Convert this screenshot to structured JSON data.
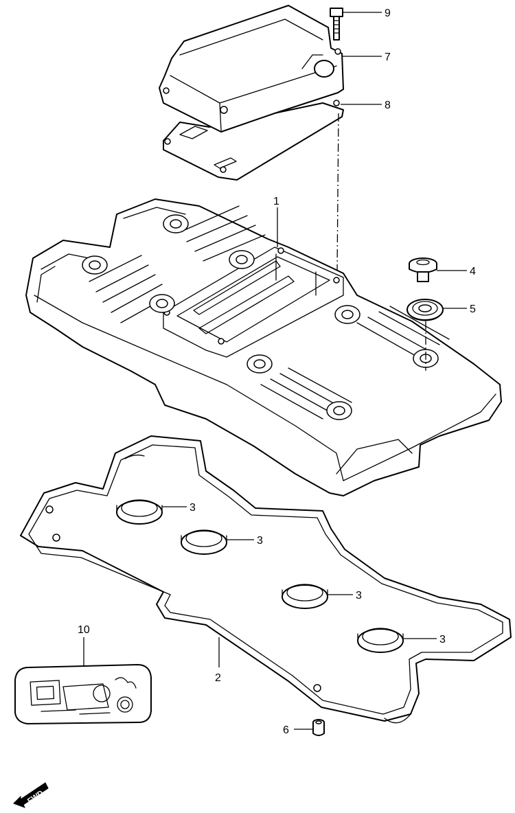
{
  "callouts": {
    "c1": "1",
    "c2": "2",
    "c3a": "3",
    "c3b": "3",
    "c3c": "3",
    "c3d": "3",
    "c4": "4",
    "c5": "5",
    "c6": "6",
    "c7": "7",
    "c8": "8",
    "c9": "9",
    "c10": "10"
  },
  "direction_marker": {
    "label": "FWD",
    "icon": "fwd-arrow-icon"
  },
  "colors": {
    "line": "#000000",
    "background": "#ffffff"
  }
}
